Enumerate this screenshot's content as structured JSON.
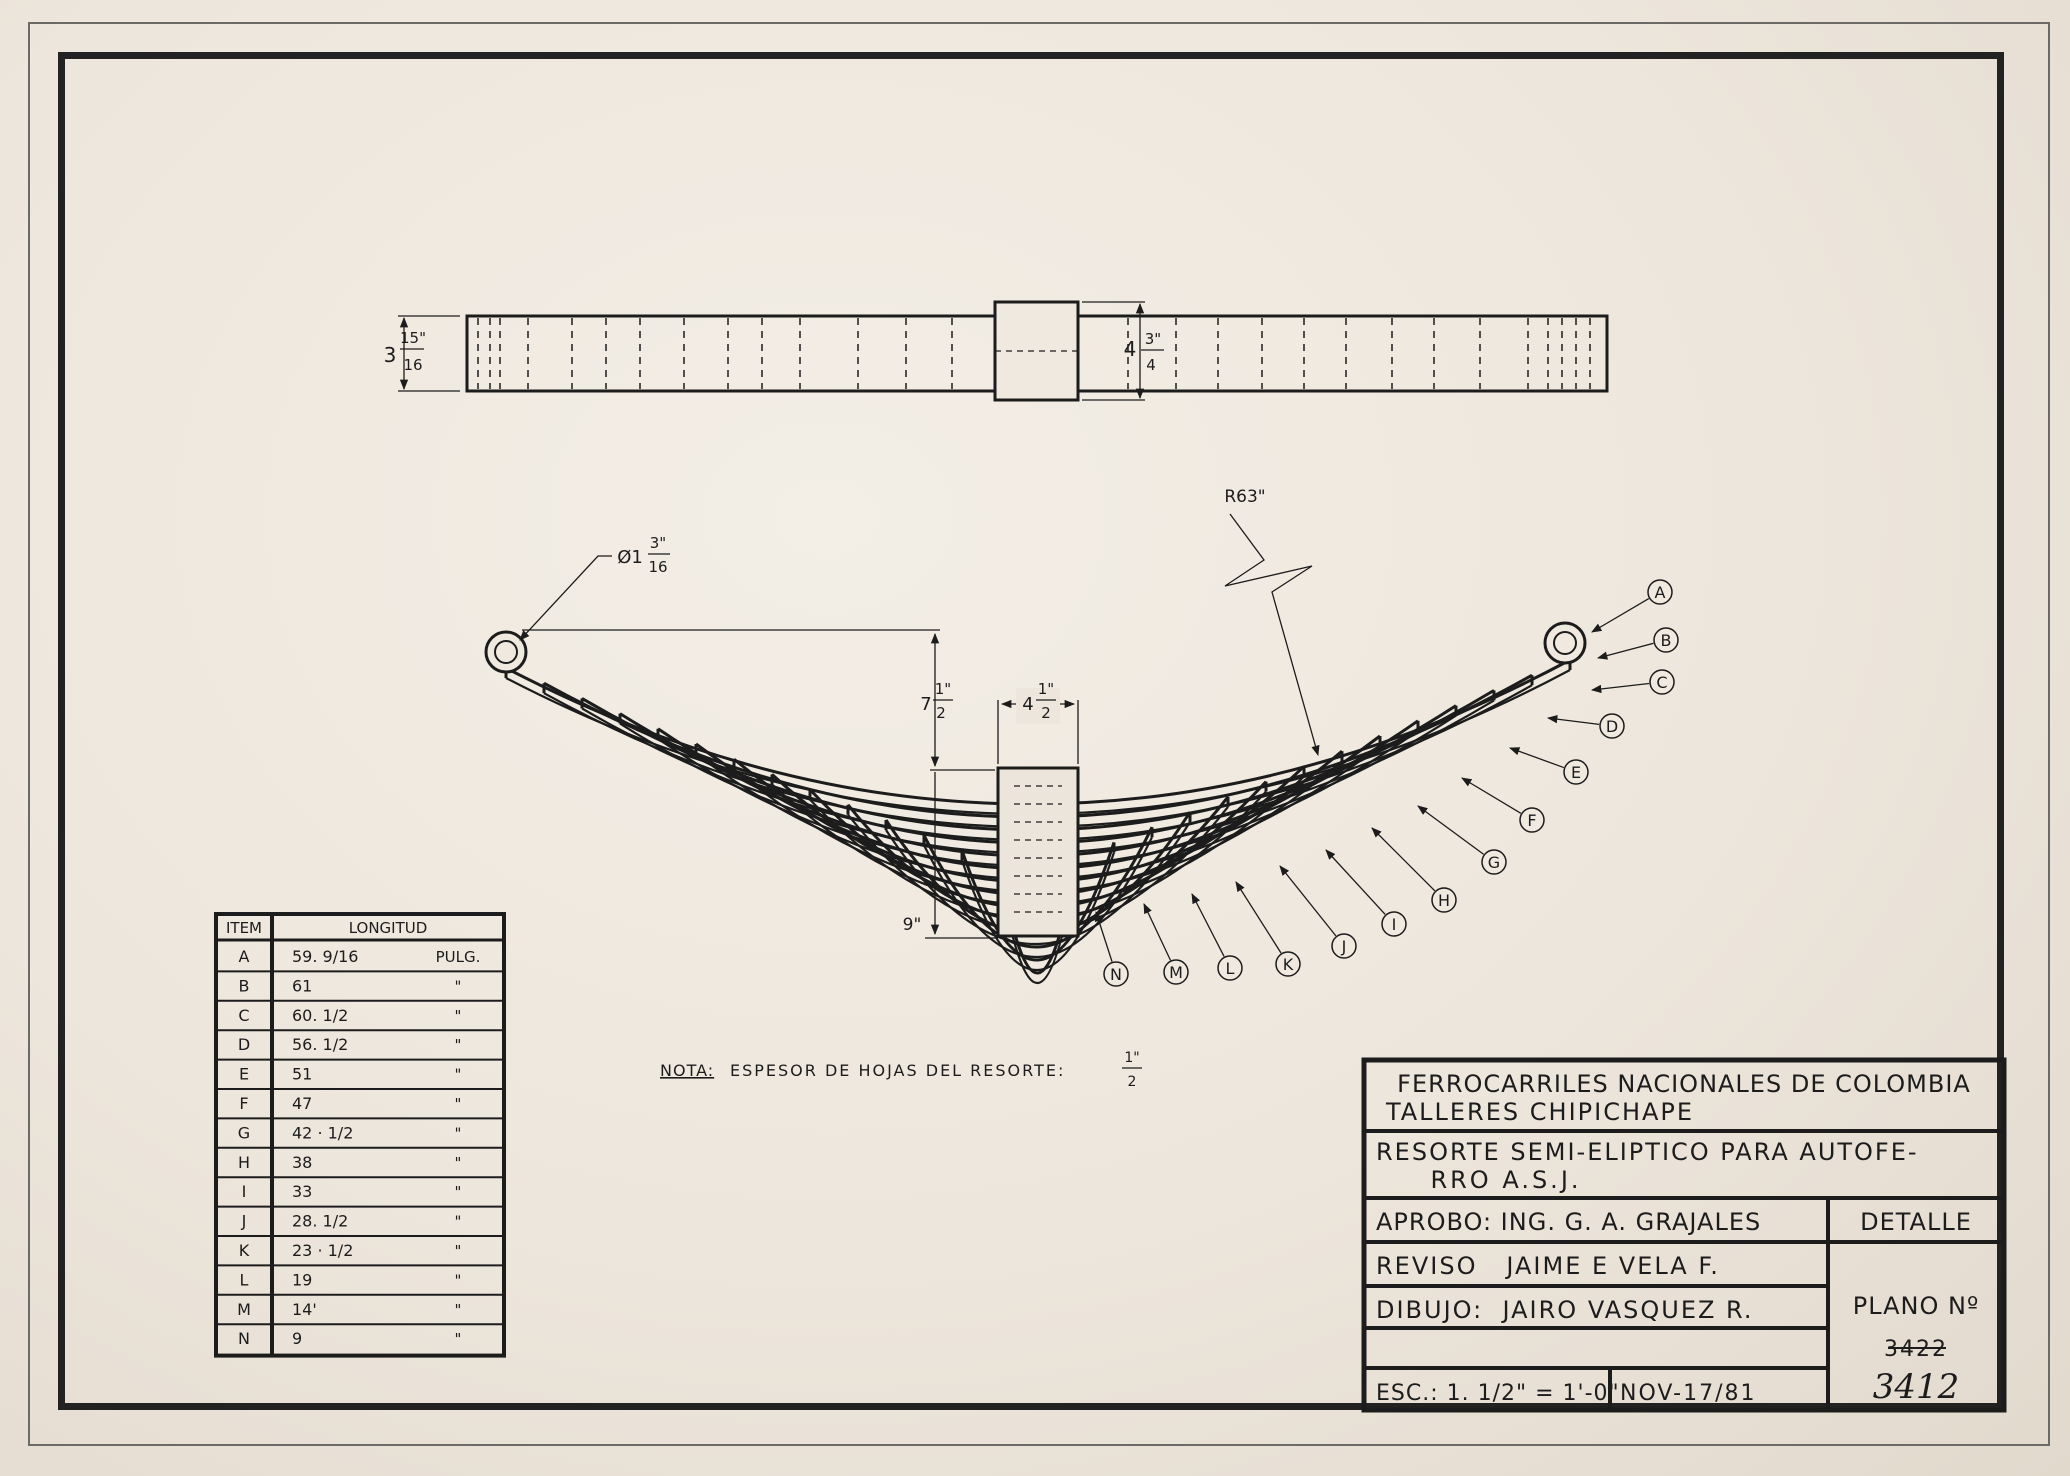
{
  "top_view": {
    "dim_width_whole": "3",
    "dim_width_num": "15\"",
    "dim_width_den": "16",
    "dim_clamp_whole": "4",
    "dim_clamp_num": "3\"",
    "dim_clamp_den": "4"
  },
  "side_view": {
    "eye_dia_prefix": "Ø1",
    "eye_dia_num": "3\"",
    "eye_dia_den": "16",
    "radius": "R63\"",
    "camber_whole": "7",
    "camber_num": "1\"",
    "camber_den": "2",
    "clamp_whole": "4",
    "clamp_num": "1\"",
    "clamp_den": "2",
    "short_leaf": "9\""
  },
  "leaf_labels": [
    "A",
    "B",
    "C",
    "D",
    "E",
    "F",
    "G",
    "H",
    "I",
    "J",
    "K",
    "L",
    "M",
    "N"
  ],
  "note": {
    "label": "NOTA:",
    "text": "ESPESOR DE HOJAS DEL RESORTE:",
    "frac_num": "1\"",
    "frac_den": "2"
  },
  "leaf_table": {
    "header_item": "ITEM",
    "header_length": "LONGITUD",
    "rows": [
      {
        "item": "A",
        "length": "59. 9/16",
        "unit": "PULG."
      },
      {
        "item": "B",
        "length": "61",
        "unit": "\""
      },
      {
        "item": "C",
        "length": "60. 1/2",
        "unit": "\""
      },
      {
        "item": "D",
        "length": "56. 1/2",
        "unit": "\""
      },
      {
        "item": "E",
        "length": "51",
        "unit": "\""
      },
      {
        "item": "F",
        "length": "47",
        "unit": "\""
      },
      {
        "item": "G",
        "length": "42 · 1/2",
        "unit": "\""
      },
      {
        "item": "H",
        "length": "38",
        "unit": "\""
      },
      {
        "item": "I",
        "length": "33",
        "unit": "\""
      },
      {
        "item": "J",
        "length": "28. 1/2",
        "unit": "\""
      },
      {
        "item": "K",
        "length": "23 · 1/2",
        "unit": "\""
      },
      {
        "item": "L",
        "length": "19",
        "unit": "\""
      },
      {
        "item": "M",
        "length": "14'",
        "unit": "\""
      },
      {
        "item": "N",
        "length": "9",
        "unit": "\""
      }
    ]
  },
  "title_block": {
    "company": "FERROCARRILES NACIONALES DE COLOMBIA",
    "workshop": "TALLERES CHIPICHAPE",
    "title_line1": "RESORTE SEMI-ELIPTICO PARA AUTOFE-",
    "title_line2": "RRO A.S.J.",
    "approved": "APROBO: ING. G. A. GRAJALES",
    "detail": "DETALLE",
    "reviewed": "REVISO   JAIME E VELA F.",
    "drawn": "DIBUJO:  JAIRO VASQUEZ R.",
    "plan_label": "PLANO Nº",
    "plan_old": "3422",
    "plan_new": "3412",
    "scale": "ESC.: 1. 1/2\" = 1'-0\"",
    "date": "NOV-17/81"
  }
}
